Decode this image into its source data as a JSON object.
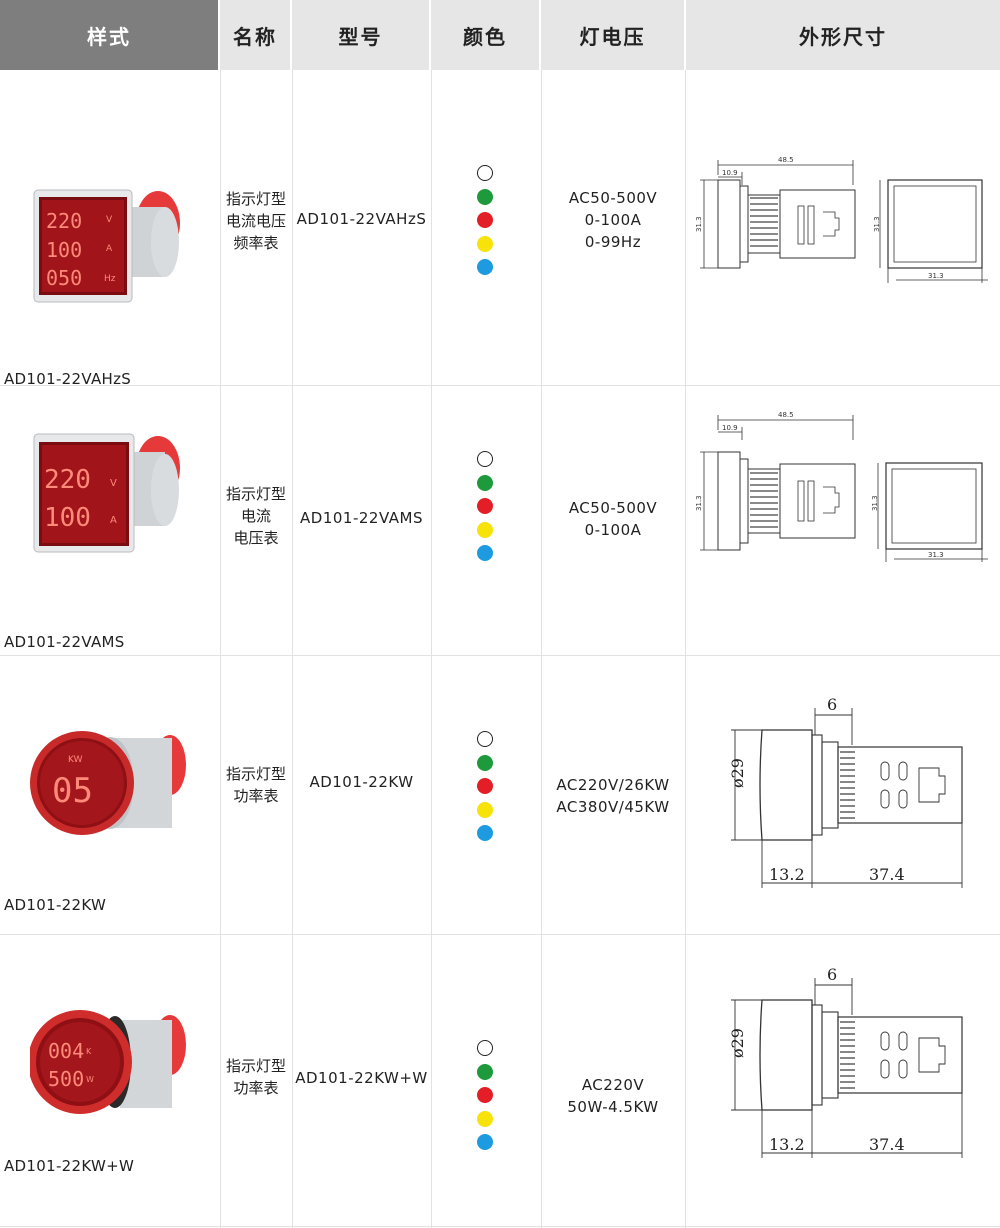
{
  "header": {
    "style": "样式",
    "name": "名称",
    "model": "型号",
    "color": "颜色",
    "voltage": "灯电压",
    "dimensions": "外形尺寸"
  },
  "colors": {
    "header_dark": "#7e7e7e",
    "header_light": "#e6e6e6",
    "led_red": "#d42a2a",
    "dot_white": "#ffffff",
    "dot_green": "#1e9a3c",
    "dot_red": "#e41e26",
    "dot_yellow": "#f7e20a",
    "dot_blue": "#1e9ae0"
  },
  "rows": [
    {
      "caption": "AD101-22VAHzS",
      "name_lines": [
        "指示灯型",
        "电流电压",
        "频率表"
      ],
      "model": "AD101-22VAHzS",
      "voltage_lines": [
        "AC50-500V",
        "0-100A",
        "0-99Hz"
      ],
      "display": {
        "lines": [
          "220",
          "100",
          "050"
        ],
        "units": [
          "V",
          "A",
          "Hz"
        ]
      },
      "dims": {
        "length": "48.5",
        "front": "10.9",
        "height": "31.3",
        "width": "31.3"
      }
    },
    {
      "caption": "AD101-22VAMS",
      "name_lines": [
        "指示灯型",
        "电流",
        "电压表"
      ],
      "model": "AD101-22VAMS",
      "voltage_lines": [
        "AC50-500V",
        "0-100A"
      ],
      "display": {
        "lines": [
          "220",
          "100"
        ],
        "units": [
          "V",
          "A"
        ]
      },
      "dims": {
        "length": "48.5",
        "front": "10.9",
        "height": "31.3",
        "width": "31.3"
      }
    },
    {
      "caption": "AD101-22KW",
      "name_lines": [
        "指示灯型",
        "功率表"
      ],
      "model": "AD101-22KW",
      "voltage_lines": [
        "AC220V/26KW",
        "AC380V/45KW"
      ],
      "display": {
        "lines": [
          "05"
        ],
        "units": [
          "KW"
        ]
      },
      "dims": {
        "top": "6",
        "diameter": "ø29",
        "front": "13.2",
        "body": "37.4"
      }
    },
    {
      "caption": "AD101-22KW+W",
      "name_lines": [
        "指示灯型",
        "功率表"
      ],
      "model": "AD101-22KW+W",
      "voltage_lines": [
        "AC220V",
        "50W-4.5KW"
      ],
      "display": {
        "lines": [
          "004",
          "500"
        ],
        "units": [
          "K",
          "W"
        ]
      },
      "dims": {
        "top": "6",
        "diameter": "ø29",
        "front": "13.2",
        "body": "37.4"
      }
    }
  ]
}
